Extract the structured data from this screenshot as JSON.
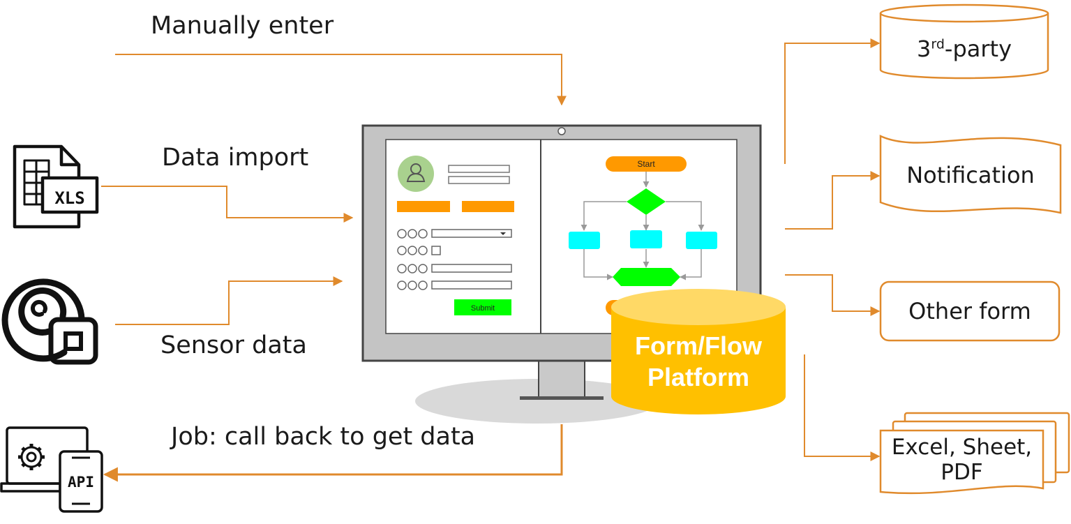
{
  "inputs": {
    "manual": "Manually enter",
    "import": "Data import",
    "sensor": "Sensor data",
    "job": "Job: call back to get data"
  },
  "icons": {
    "xls_label": "XLS",
    "api_label": "API"
  },
  "platform": {
    "line1": "Form/Flow",
    "line2": "Platform"
  },
  "screen": {
    "flow_start": "Start",
    "submit": "Submit"
  },
  "outputs": {
    "third_party_base": "3",
    "third_party_sup": "rd",
    "third_party_rest": "-party",
    "notification": "Notification",
    "other_form": "Other form",
    "export_line1": "Excel, Sheet,",
    "export_line2": "PDF"
  },
  "colors": {
    "accent": "#e08a2c",
    "platform_fill": "#ffc000",
    "platform_top": "#ffd966",
    "flow_process": "#00ffff",
    "flow_decision": "#00ff00",
    "flow_terminator": "#ff9900",
    "form_button": "#ff9900",
    "submit_fill": "#00ff00"
  }
}
